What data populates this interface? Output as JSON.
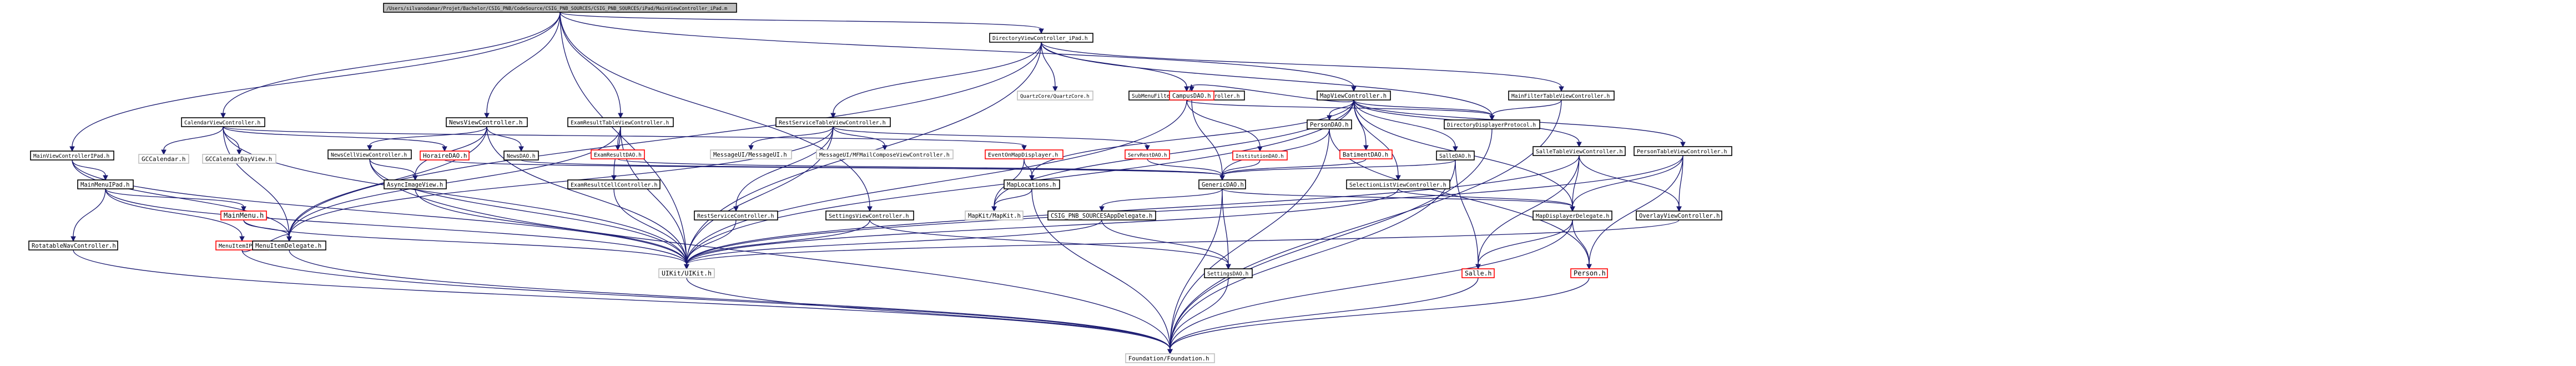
{
  "graph": {
    "root": "/Users/silvanodamar/Projet/Bachelor/CSIG_PNB/CodeSource/CSIG_PNB_SOURCES/CSIG_PNB_SOURCES/iPad/MainViewController_iPad.m",
    "colors": {
      "root_fill": "#bfbfbf",
      "default_border": "#000000",
      "missing_border": "#ff0000",
      "header_border": "#bfbfbf",
      "edge": "#191970",
      "background": "#ffffff"
    },
    "node_kinds": {
      "header": "framework header without documentation (gray border)",
      "missing": "file not found (red border)",
      "default": "documented file (black border)"
    },
    "nodes": [
      {
        "id": "root",
        "label": "/Users/silvanodamar/Projet/Bachelor/CSIG_PNB/CodeSource/CSIG_PNB_SOURCES/CSIG_PNB_SOURCES/iPad/MainViewController_iPad.m",
        "kind": "root"
      },
      {
        "id": "dirvc",
        "label": "DirectoryViewController_iPad.h",
        "kind": "default"
      },
      {
        "id": "quartz",
        "label": "QuartzCore/QuartzCore.h",
        "kind": "header"
      },
      {
        "id": "submenu",
        "label": "SubMenuFilterTableViewController.h",
        "kind": "default"
      },
      {
        "id": "mapvc",
        "label": "MapViewController.h",
        "kind": "default"
      },
      {
        "id": "mainfilter",
        "label": "MainFilterTableViewController.h",
        "kind": "default"
      },
      {
        "id": "calvc",
        "label": "CalendarViewController.h",
        "kind": "default"
      },
      {
        "id": "newsvc",
        "label": "NewsViewController.h",
        "kind": "default"
      },
      {
        "id": "examvc",
        "label": "ExamResultTableViewController.h",
        "kind": "default"
      },
      {
        "id": "restvc",
        "label": "RestServiceTableViewController.h",
        "kind": "default"
      },
      {
        "id": "campus",
        "label": "CampusDAO.h",
        "kind": "missing"
      },
      {
        "id": "persondao",
        "label": "PersonDAO.h",
        "kind": "default"
      },
      {
        "id": "dirdisp",
        "label": "DirectoryDisplayerProtocol.h",
        "kind": "default"
      },
      {
        "id": "mainvcipad",
        "label": "MainViewControllerIPad.h",
        "kind": "default"
      },
      {
        "id": "gccal",
        "label": "GCCalendar.h",
        "kind": "header"
      },
      {
        "id": "gccalday",
        "label": "GCCalendarDayView.h",
        "kind": "header"
      },
      {
        "id": "newscell",
        "label": "NewsCellViewController.h",
        "kind": "default"
      },
      {
        "id": "horaire",
        "label": "HoraireDAO.h",
        "kind": "missing"
      },
      {
        "id": "newsdao",
        "label": "NewsDAO.h",
        "kind": "default"
      },
      {
        "id": "examdao",
        "label": "ExamResultDAO.h",
        "kind": "missing"
      },
      {
        "id": "msgui",
        "label": "MessageUI/MessageUI.h",
        "kind": "header"
      },
      {
        "id": "msgmail",
        "label": "MessageUI/MFMailComposeViewController.h",
        "kind": "header"
      },
      {
        "id": "eventmap",
        "label": "EventOnMapDisplayer.h",
        "kind": "missing"
      },
      {
        "id": "servrest",
        "label": "ServRestDAO.h",
        "kind": "missing"
      },
      {
        "id": "institution",
        "label": "InstitutionDAO.h",
        "kind": "missing"
      },
      {
        "id": "batiment",
        "label": "BatimentDAO.h",
        "kind": "missing"
      },
      {
        "id": "salledao",
        "label": "SalleDAO.h",
        "kind": "default"
      },
      {
        "id": "salletable",
        "label": "SalleTableViewController.h",
        "kind": "default"
      },
      {
        "id": "persontable",
        "label": "PersonTableViewController.h",
        "kind": "default"
      },
      {
        "id": "mainmenu",
        "label": "MainMenuIPad.h",
        "kind": "default"
      },
      {
        "id": "asyncimg",
        "label": "AsyncImageView.h",
        "kind": "default"
      },
      {
        "id": "examcell",
        "label": "ExamResultCellController.h",
        "kind": "default"
      },
      {
        "id": "maplocations",
        "label": "MapLocations.h",
        "kind": "default"
      },
      {
        "id": "genericdao",
        "label": "GenericDAO.h",
        "kind": "default"
      },
      {
        "id": "selection",
        "label": "SelectionListViewController.h",
        "kind": "default"
      },
      {
        "id": "mainmenuh",
        "label": "MainMenu.h",
        "kind": "missing"
      },
      {
        "id": "restservice",
        "label": "RestServiceController.h",
        "kind": "default"
      },
      {
        "id": "settingsvc",
        "label": "SettingsViewController.h",
        "kind": "default"
      },
      {
        "id": "mapkit",
        "label": "MapKit/MapKit.h",
        "kind": "header"
      },
      {
        "id": "csigdelegate",
        "label": "CSIG_PNB_SOURCESAppDelegate.h",
        "kind": "default"
      },
      {
        "id": "mapdisp",
        "label": "MapDisplayerDelegate.h",
        "kind": "default"
      },
      {
        "id": "overlay",
        "label": "OverlayViewController.h",
        "kind": "default"
      },
      {
        "id": "rotatable",
        "label": "RotatableNavController.h",
        "kind": "default"
      },
      {
        "id": "menuitem",
        "label": "MenuItemIPad.h",
        "kind": "missing"
      },
      {
        "id": "menuitemdel",
        "label": "MenuItemDelegate.h",
        "kind": "default"
      },
      {
        "id": "uikit",
        "label": "UIKit/UIKit.h",
        "kind": "header"
      },
      {
        "id": "settingsdao",
        "label": "SettingsDAO.h",
        "kind": "default"
      },
      {
        "id": "salle",
        "label": "Salle.h",
        "kind": "missing"
      },
      {
        "id": "person",
        "label": "Person.h",
        "kind": "missing"
      },
      {
        "id": "foundation",
        "label": "Foundation/Foundation.h",
        "kind": "header"
      }
    ],
    "edges": [
      [
        "root",
        "dirvc"
      ],
      [
        "root",
        "mapvc"
      ],
      [
        "root",
        "calvc"
      ],
      [
        "root",
        "newsvc"
      ],
      [
        "root",
        "examvc"
      ],
      [
        "root",
        "mainvcipad"
      ],
      [
        "root",
        "settingsvc"
      ],
      [
        "root",
        "uikit"
      ],
      [
        "dirvc",
        "quartz"
      ],
      [
        "dirvc",
        "submenu"
      ],
      [
        "dirvc",
        "mainfilter"
      ],
      [
        "dirvc",
        "dirdisp"
      ],
      [
        "dirvc",
        "restvc"
      ],
      [
        "dirvc",
        "uikit"
      ],
      [
        "dirvc",
        "menuitemdel"
      ],
      [
        "submenu",
        "campus"
      ],
      [
        "submenu",
        "institution"
      ],
      [
        "submenu",
        "dirdisp"
      ],
      [
        "submenu",
        "uikit"
      ],
      [
        "mainfilter",
        "dirdisp"
      ],
      [
        "mainfilter",
        "foundation"
      ],
      [
        "mapvc",
        "campus"
      ],
      [
        "mapvc",
        "persondao"
      ],
      [
        "mapvc",
        "batiment"
      ],
      [
        "mapvc",
        "salledao"
      ],
      [
        "mapvc",
        "salletable"
      ],
      [
        "mapvc",
        "persontable"
      ],
      [
        "mapvc",
        "selection"
      ],
      [
        "mapvc",
        "maplocations"
      ],
      [
        "mapvc",
        "mapkit"
      ],
      [
        "mapvc",
        "uikit"
      ],
      [
        "mapvc",
        "mapdisp"
      ],
      [
        "mapvc",
        "dirdisp"
      ],
      [
        "calvc",
        "gccal"
      ],
      [
        "calvc",
        "gccalday"
      ],
      [
        "calvc",
        "horaire"
      ],
      [
        "calvc",
        "eventmap"
      ],
      [
        "calvc",
        "menuitemdel"
      ],
      [
        "calvc",
        "uikit"
      ],
      [
        "newsvc",
        "newscell"
      ],
      [
        "newsvc",
        "newsdao"
      ],
      [
        "newsvc",
        "asyncimg"
      ],
      [
        "newsvc",
        "menuitemdel"
      ],
      [
        "newsvc",
        "uikit"
      ],
      [
        "examvc",
        "examdao"
      ],
      [
        "examvc",
        "examcell"
      ],
      [
        "examvc",
        "menuitemdel"
      ],
      [
        "examvc",
        "uikit"
      ],
      [
        "restvc",
        "msgui"
      ],
      [
        "restvc",
        "msgmail"
      ],
      [
        "restvc",
        "servrest"
      ],
      [
        "restvc",
        "restservice"
      ],
      [
        "restvc",
        "uikit"
      ],
      [
        "restvc",
        "menuitemdel"
      ],
      [
        "campus",
        "genericdao"
      ],
      [
        "institution",
        "genericdao"
      ],
      [
        "batiment",
        "genericdao"
      ],
      [
        "salledao",
        "genericdao"
      ],
      [
        "persondao",
        "genericdao"
      ],
      [
        "newsdao",
        "genericdao"
      ],
      [
        "horaire",
        "genericdao"
      ],
      [
        "examdao",
        "genericdao"
      ],
      [
        "servrest",
        "genericdao"
      ],
      [
        "persondao",
        "person"
      ],
      [
        "persondao",
        "foundation"
      ],
      [
        "salledao",
        "salle"
      ],
      [
        "salledao",
        "foundation"
      ],
      [
        "eventmap",
        "maplocations"
      ],
      [
        "eventmap",
        "mapkit"
      ],
      [
        "maplocations",
        "mapkit"
      ],
      [
        "maplocations",
        "foundation"
      ],
      [
        "genericdao",
        "csigdelegate"
      ],
      [
        "genericdao",
        "settingsdao"
      ],
      [
        "genericdao",
        "foundation"
      ],
      [
        "genericdao",
        "mapdisp"
      ],
      [
        "csigdelegate",
        "uikit"
      ],
      [
        "csigdelegate",
        "settingsdao"
      ],
      [
        "settingsvc",
        "settingsdao"
      ],
      [
        "settingsvc",
        "uikit"
      ],
      [
        "settingsdao",
        "foundation"
      ],
      [
        "salletable",
        "mapdisp"
      ],
      [
        "salletable",
        "overlay"
      ],
      [
        "salletable",
        "salle"
      ],
      [
        "salletable",
        "uikit"
      ],
      [
        "persontable",
        "mapdisp"
      ],
      [
        "persontable",
        "overlay"
      ],
      [
        "persontable",
        "person"
      ],
      [
        "persontable",
        "uikit"
      ],
      [
        "overlay",
        "uikit"
      ],
      [
        "mapdisp",
        "salle"
      ],
      [
        "mapdisp",
        "person"
      ],
      [
        "mapdisp",
        "foundation"
      ],
      [
        "selection",
        "uikit"
      ],
      [
        "selection",
        "mapdisp"
      ],
      [
        "salle",
        "foundation"
      ],
      [
        "person",
        "foundation"
      ],
      [
        "mainvcipad",
        "mainmenu"
      ],
      [
        "mainvcipad",
        "uikit"
      ],
      [
        "mainvcipad",
        "menuitemdel"
      ],
      [
        "mainmenu",
        "mainmenuh"
      ],
      [
        "mainmenu",
        "menuitem"
      ],
      [
        "mainmenu",
        "rotatable"
      ],
      [
        "mainmenu",
        "uikit"
      ],
      [
        "mainmenuh",
        "menuitemdel"
      ],
      [
        "mainmenuh",
        "uikit"
      ],
      [
        "menuitem",
        "menuitemdel"
      ],
      [
        "menuitem",
        "foundation"
      ],
      [
        "menuitemdel",
        "foundation"
      ],
      [
        "newscell",
        "asyncimg"
      ],
      [
        "newscell",
        "uikit"
      ],
      [
        "newscell",
        "foundation"
      ],
      [
        "asyncimg",
        "uikit"
      ],
      [
        "examcell",
        "uikit"
      ],
      [
        "restservice",
        "uikit"
      ],
      [
        "rotatable",
        "foundation"
      ],
      [
        "dirdisp",
        "foundation"
      ],
      [
        "uikit",
        "foundation"
      ]
    ]
  }
}
